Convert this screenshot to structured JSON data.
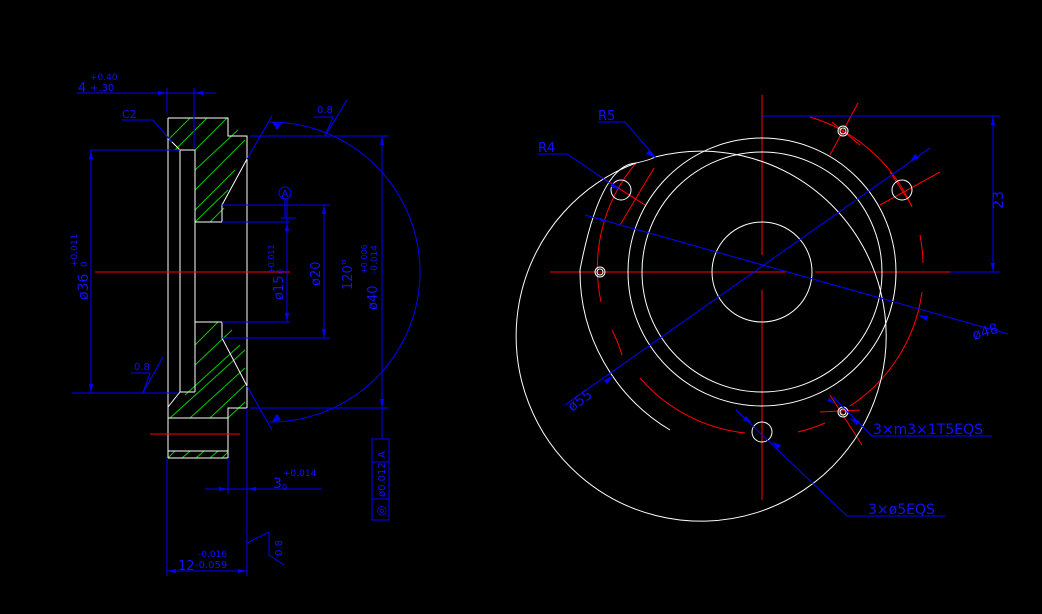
{
  "colors": {
    "background": "#000000",
    "outline": "#ffffff",
    "dimension": "#0000ff",
    "centerline": "#ff0000",
    "hatch": "#00cc00"
  },
  "section_view": {
    "chamfer_dim": {
      "nominal": "4",
      "upper": "+0.40",
      "lower": "+.30"
    },
    "chamfer_label": "C2",
    "bore_dim": {
      "prefix": "ø36",
      "lower": "0",
      "upper": "+0.011"
    },
    "roughness_left": "0.8",
    "roughness_top": "0.8",
    "datum_label": "A",
    "inner_dim": {
      "prefix": "ø15",
      "lower": "0",
      "upper": "+0.011"
    },
    "dia20": "ø20",
    "angle": "120°",
    "outer_dim": {
      "prefix": "ø40",
      "upper": "+0.006",
      "lower": "-0.014"
    },
    "depth_dim": {
      "nominal": "3",
      "lower": "0",
      "upper": "+0.014"
    },
    "width_dim": {
      "nominal": "12",
      "upper": "-0.016",
      "lower": "-0.059"
    },
    "roughness_bottom": "0.8",
    "tolerance_frame": {
      "symbol": "◎",
      "value": "ø0.012",
      "datum": "A"
    }
  },
  "front_view": {
    "r5": "R5",
    "r4": "R4",
    "dim23": "23",
    "dia48": "ø48",
    "dia55": "ø55",
    "thread_note": "3×m3×1T5EQS",
    "hole_note": "3×ø5EQS"
  }
}
